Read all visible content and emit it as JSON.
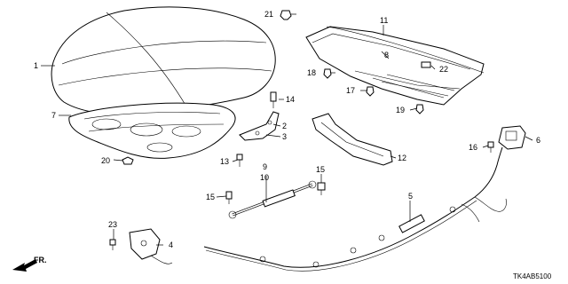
{
  "diagram_code": "TK4AB5100",
  "direction_label": "FR.",
  "callouts": {
    "p1": "1",
    "p2": "2",
    "p3": "3",
    "p4": "4",
    "p5": "5",
    "p6": "6",
    "p7": "7",
    "p8": "8",
    "p9": "9",
    "p10": "10",
    "p11": "11",
    "p12": "12",
    "p13": "13",
    "p14": "14",
    "p15a": "15",
    "p15b": "15",
    "p16": "16",
    "p17": "17",
    "p18": "18",
    "p19": "19",
    "p20": "20",
    "p21": "21",
    "p22": "22",
    "p23": "23"
  }
}
